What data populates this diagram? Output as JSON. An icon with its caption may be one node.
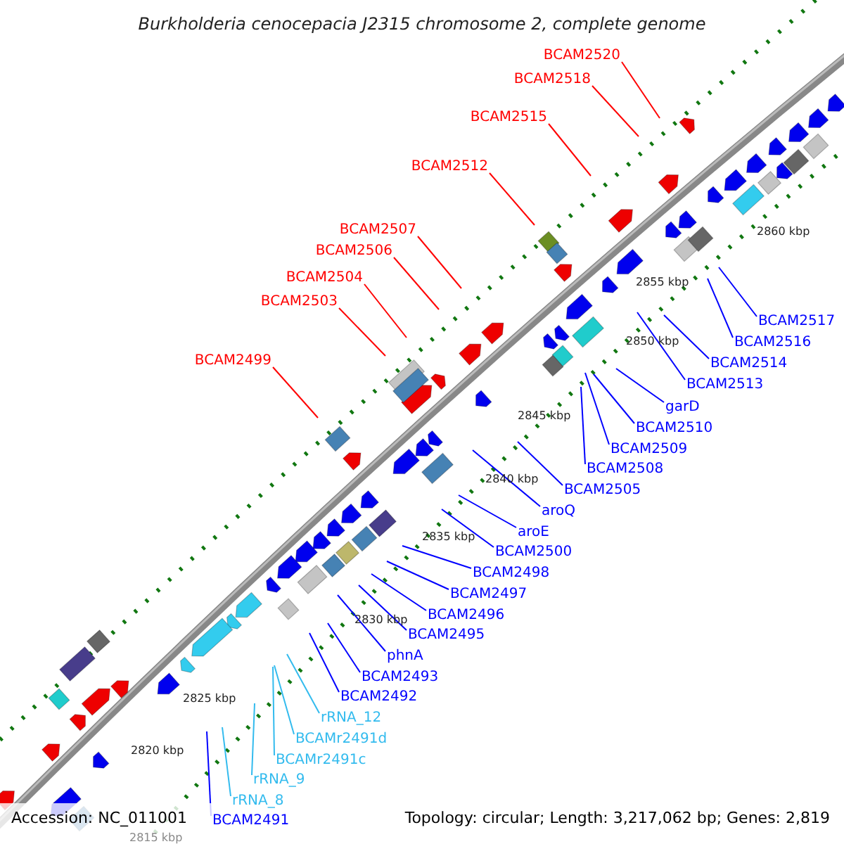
{
  "diagram": {
    "title": "Burkholderia cenocepacia J2315 chromosome 2, complete genome",
    "nodes": [
      {
        "text": [
          "BCAM2520"
        ]
      },
      {
        "text": [
          "BCAM2518"
        ]
      },
      {
        "text": [
          "BCAM2515"
        ]
      },
      {
        "text": [
          "BCAM2512"
        ]
      },
      {
        "text": [
          "BCAM2507"
        ]
      },
      {
        "text": [
          "BCAM2506"
        ]
      },
      {
        "text": [
          "BCAM2504"
        ]
      },
      {
        "text": [
          "BCAM2503"
        ]
      },
      {
        "text": [
          "BCAM2499"
        ]
      },
      {
        "text": [
          "BCAM2517"
        ]
      },
      {
        "text": [
          "BCAM2516"
        ]
      },
      {
        "text": [
          "BCAM2514"
        ]
      },
      {
        "text": [
          "BCAM2513"
        ]
      },
      {
        "text": [
          "garD"
        ]
      },
      {
        "text": [
          "BCAM2510"
        ]
      },
      {
        "text": [
          "BCAM2509"
        ]
      },
      {
        "text": [
          "BCAM2508"
        ]
      },
      {
        "text": [
          "BCAM2505"
        ]
      },
      {
        "text": [
          "aroQ"
        ]
      },
      {
        "text": [
          "aroE"
        ]
      },
      {
        "text": [
          "BCAM2500"
        ]
      },
      {
        "text": [
          "BCAM2498"
        ]
      },
      {
        "text": [
          "BCAM2497"
        ]
      },
      {
        "text": [
          "BCAM2496"
        ]
      },
      {
        "text": [
          "BCAM2495"
        ]
      },
      {
        "text": [
          "phnA"
        ]
      },
      {
        "text": [
          "BCAM2493"
        ]
      },
      {
        "text": [
          "BCAM2492"
        ]
      },
      {
        "text": [
          "rRNA_12"
        ]
      },
      {
        "text": [
          "BCAMr2491d"
        ]
      },
      {
        "text": [
          "BCAMr2491c"
        ]
      },
      {
        "text": [
          "rRNA_9"
        ]
      },
      {
        "text": [
          "rRNA_8"
        ]
      },
      {
        "text": [
          "BCAM2491"
        ]
      }
    ],
    "edges": [
      {
        "from": 0,
        "to": null,
        "arrow": "none",
        "color": "#ff0000"
      },
      {
        "from": 1,
        "to": null,
        "arrow": "none",
        "color": "#ff0000"
      },
      {
        "from": 2,
        "to": null,
        "arrow": "none",
        "color": "#ff0000"
      },
      {
        "from": 3,
        "to": null,
        "arrow": "none",
        "color": "#ff0000"
      },
      {
        "from": 4,
        "to": null,
        "arrow": "none",
        "color": "#ff0000"
      },
      {
        "from": 5,
        "to": null,
        "arrow": "none",
        "color": "#ff0000"
      },
      {
        "from": 6,
        "to": null,
        "arrow": "none",
        "color": "#ff0000"
      },
      {
        "from": 7,
        "to": null,
        "arrow": "none",
        "color": "#ff0000"
      },
      {
        "from": 8,
        "to": null,
        "arrow": "none",
        "color": "#ff0000"
      },
      {
        "from": 9,
        "to": null,
        "arrow": "none"
      },
      {
        "from": 10,
        "to": null,
        "arrow": "none"
      },
      {
        "from": 11,
        "to": null,
        "arrow": "none"
      },
      {
        "from": 12,
        "to": null,
        "arrow": "none"
      },
      {
        "from": 13,
        "to": null,
        "arrow": "none"
      },
      {
        "from": 14,
        "to": null,
        "arrow": "none"
      },
      {
        "from": 15,
        "to": null,
        "arrow": "none"
      },
      {
        "from": 16,
        "to": null,
        "arrow": "none"
      },
      {
        "from": 17,
        "to": null,
        "arrow": "none"
      },
      {
        "from": 18,
        "to": null,
        "arrow": "none"
      },
      {
        "from": 19,
        "to": null,
        "arrow": "none"
      },
      {
        "from": 20,
        "to": null,
        "arrow": "none"
      },
      {
        "from": 21,
        "to": null,
        "arrow": "none"
      },
      {
        "from": 22,
        "to": null,
        "arrow": "none"
      },
      {
        "from": 23,
        "to": null,
        "arrow": "none"
      },
      {
        "from": 24,
        "to": null,
        "arrow": "none"
      },
      {
        "from": 25,
        "to": null,
        "arrow": "none"
      },
      {
        "from": 26,
        "to": null,
        "arrow": "none"
      },
      {
        "from": 27,
        "to": null,
        "arrow": "none"
      },
      {
        "from": 28,
        "to": null,
        "arrow": "none",
        "color": "#33bbee"
      },
      {
        "from": 29,
        "to": null,
        "arrow": "none",
        "color": "#33bbee"
      },
      {
        "from": 30,
        "to": null,
        "arrow": "none",
        "color": "#33bbee"
      },
      {
        "from": 31,
        "to": null,
        "arrow": "none",
        "color": "#33bbee"
      },
      {
        "from": 32,
        "to": null,
        "arrow": "none",
        "color": "#33bbee"
      },
      {
        "from": 33,
        "to": null,
        "arrow": "none"
      }
    ],
    "labels": [
      "2860 kbp",
      "2855 kbp",
      "2850 kbp",
      "2845 kbp",
      "2840 kbp",
      "2835 kbp",
      "2830 kbp",
      "2825 kbp",
      "2820 kbp",
      "2815 kbp",
      "Accession: NC_011001",
      "Topology: circular; Length: 3,217,062 bp; Genes: 2,819"
    ]
  }
}
